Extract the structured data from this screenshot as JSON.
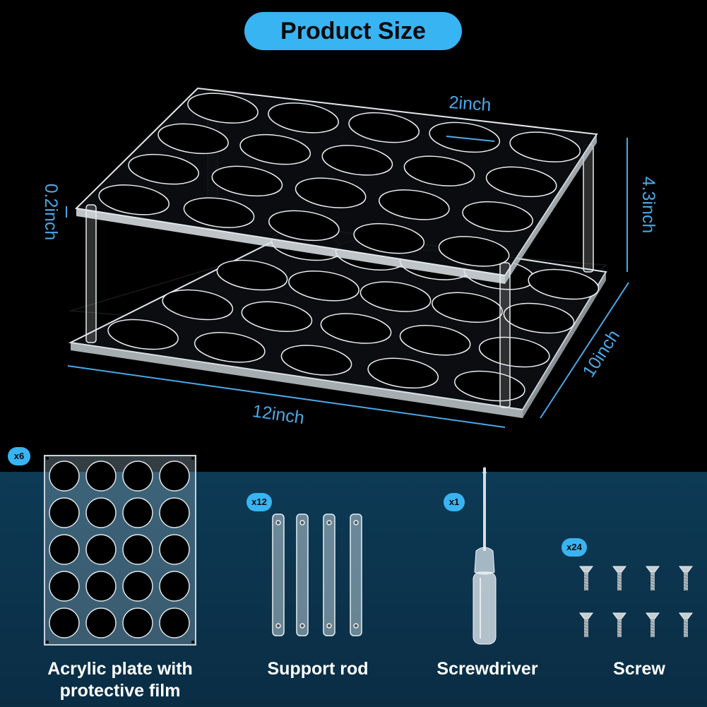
{
  "title": "Product Size",
  "dimensions": {
    "hole_diameter": "2inch",
    "height": "4.3inch",
    "thickness": "0.2inch",
    "depth": "10inch",
    "width": "12inch"
  },
  "components": [
    {
      "quantity": "x6",
      "label_line1": "Acrylic plate with",
      "label_line2": "protective film"
    },
    {
      "quantity": "x12",
      "label": "Support rod"
    },
    {
      "quantity": "x1",
      "label": "Screwdriver"
    },
    {
      "quantity": "x24",
      "label": "Screw"
    }
  ],
  "colors": {
    "accent": "#39b4f2",
    "dimension_line": "#4aa8e6",
    "panel": "#0d3a55",
    "background": "#000000"
  }
}
